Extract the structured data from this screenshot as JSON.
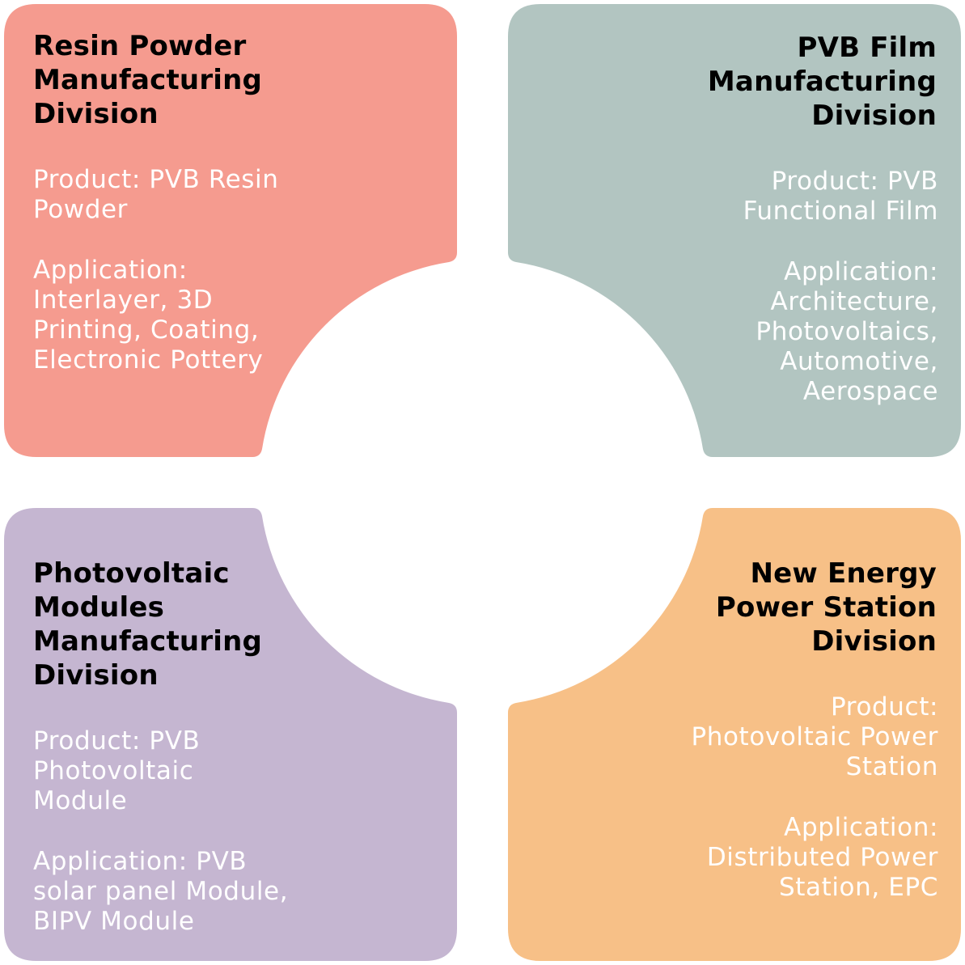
{
  "colors": {
    "resin": "#f59b8f",
    "film": "#b2c5c1",
    "modules": "#c5b6d1",
    "energy": "#f7c087",
    "title_text": "#000000",
    "body_text": "#ffffff"
  },
  "divisions": {
    "resin": {
      "title": [
        "Resin Powder",
        "Manufacturing",
        "Division"
      ],
      "product": [
        "Product: PVB Resin",
        "Powder"
      ],
      "application": [
        "Application:",
        "Interlayer, 3D",
        "Printing, Coating,",
        "Electronic Pottery"
      ]
    },
    "film": {
      "title": [
        "PVB Film",
        "Manufacturing",
        "Division"
      ],
      "product": [
        "Product: PVB",
        "Functional Film"
      ],
      "application": [
        "Application:",
        "Architecture,",
        "Photovoltaics,",
        "Automotive,",
        "Aerospace"
      ]
    },
    "modules": {
      "title": [
        "Photovoltaic",
        "Modules",
        "Manufacturing",
        "Division"
      ],
      "product": [
        "Product: PVB",
        "Photovoltaic",
        "Module"
      ],
      "application": [
        "Application: PVB",
        "solar panel Module,",
        "BIPV Module"
      ]
    },
    "energy": {
      "title": [
        "New Energy",
        "Power Station",
        "Division"
      ],
      "product": [
        "Product:",
        "Photovoltaic Power",
        "Station"
      ],
      "application": [
        "Application:",
        "Distributed Power",
        "Station, EPC"
      ]
    }
  }
}
